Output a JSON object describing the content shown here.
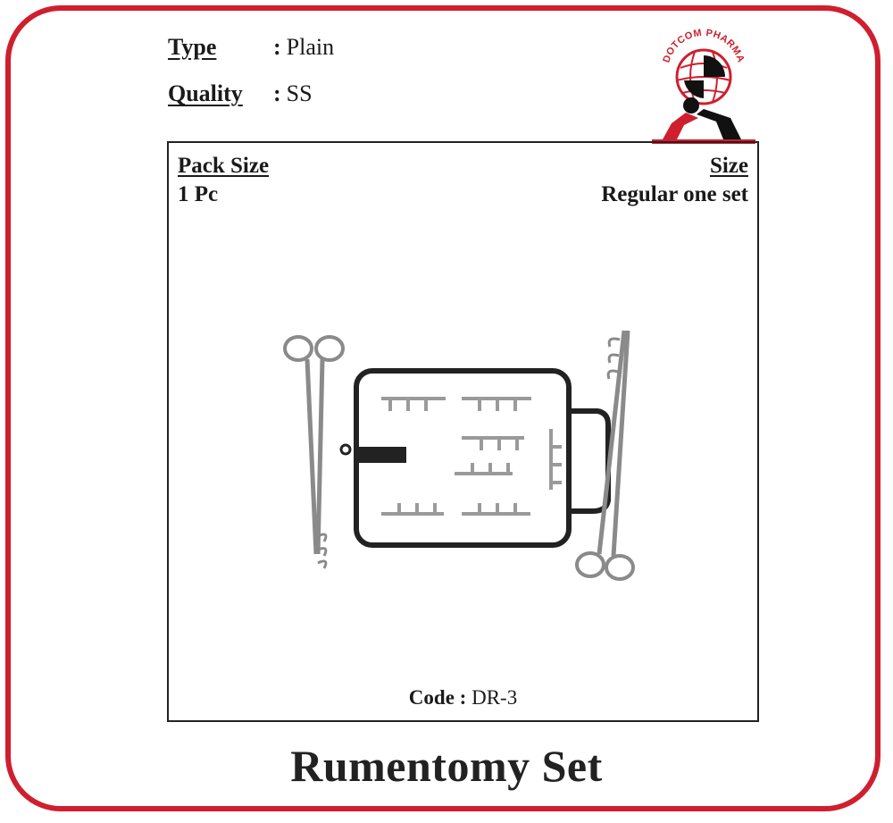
{
  "brand": {
    "logo_text": "DOTCOM PHARMA",
    "color": "#cf1f2e"
  },
  "specs": {
    "type_label": "Type",
    "type_value": "Plain",
    "quality_label": "Quality",
    "quality_value": "SS",
    "colon": ":"
  },
  "product_box": {
    "pack_size_label": "Pack Size",
    "pack_size_value": "1 Pc",
    "size_label": "Size",
    "size_value": "Regular one set",
    "code_label": "Code :",
    "code_value": "DR-3"
  },
  "title": "Rumentomy Set"
}
